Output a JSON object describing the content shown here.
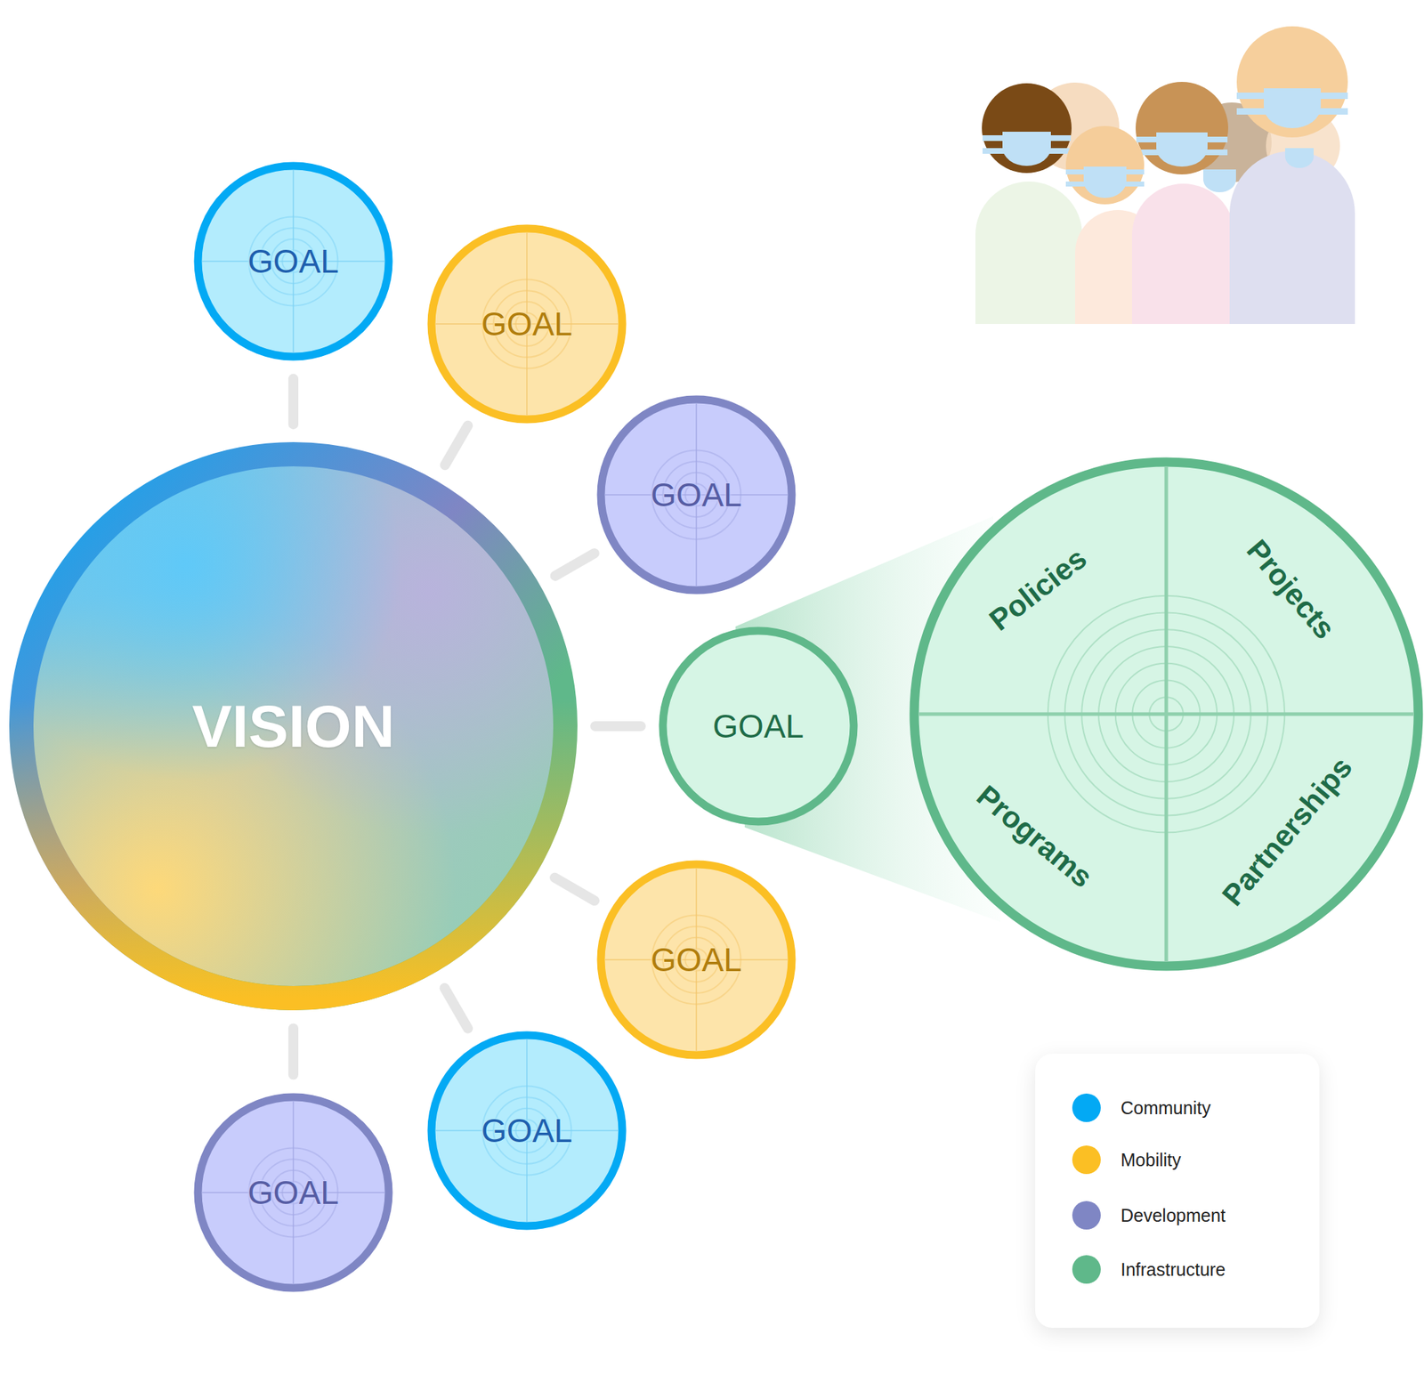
{
  "diagram": {
    "nodes": [
      {
        "text": [
          "VISION"
        ]
      },
      {
        "text": [
          "GOAL"
        ]
      },
      {
        "text": [
          "GOAL"
        ]
      },
      {
        "text": [
          "GOAL"
        ]
      },
      {
        "text": [
          "GOAL"
        ]
      },
      {
        "text": [
          "GOAL"
        ]
      },
      {
        "text": [
          "GOAL"
        ]
      },
      {
        "text": [
          "GOAL"
        ]
      },
      {
        "text": [
          "Policies",
          "Projects",
          "Programs",
          "Partnerships"
        ]
      }
    ],
    "edges": [
      {
        "from": 0,
        "to": 1,
        "arrow": "none"
      },
      {
        "from": 0,
        "to": 2,
        "arrow": "none"
      },
      {
        "from": 0,
        "to": 3,
        "arrow": "none"
      },
      {
        "from": 0,
        "to": 4,
        "arrow": "none"
      },
      {
        "from": 0,
        "to": 5,
        "arrow": "none"
      },
      {
        "from": 0,
        "to": 6,
        "arrow": "none"
      },
      {
        "from": 0,
        "to": 7,
        "arrow": "none"
      }
    ],
    "legend": [
      {
        "text": "Community",
        "color": "#03a9f4"
      },
      {
        "text": "Mobility",
        "color": "#fbbf24"
      },
      {
        "text": "Development",
        "color": "#7f86c4"
      },
      {
        "text": "Infrastructure",
        "color": "#5fb88a"
      }
    ]
  }
}
